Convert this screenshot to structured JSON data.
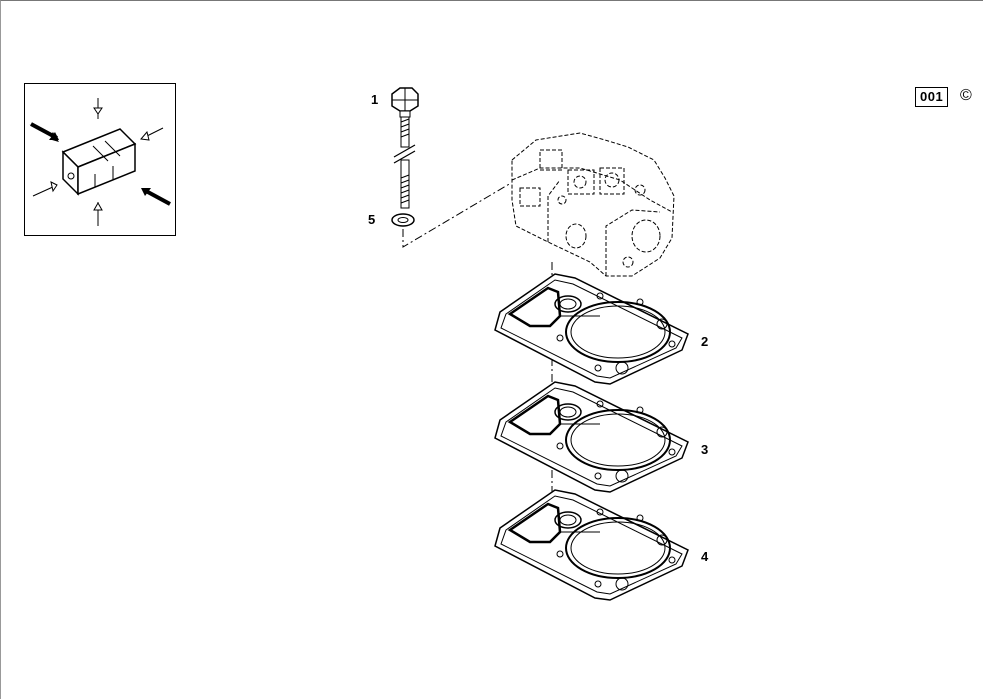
{
  "catalog": {
    "figure_code": "001",
    "copyright_symbol": "©"
  },
  "callouts": {
    "bolt": "1",
    "gasket_a": "2",
    "gasket_b": "3",
    "gasket_c": "4",
    "washer": "5"
  },
  "icons": {
    "thumbnail": "engine-orientation-icon"
  }
}
